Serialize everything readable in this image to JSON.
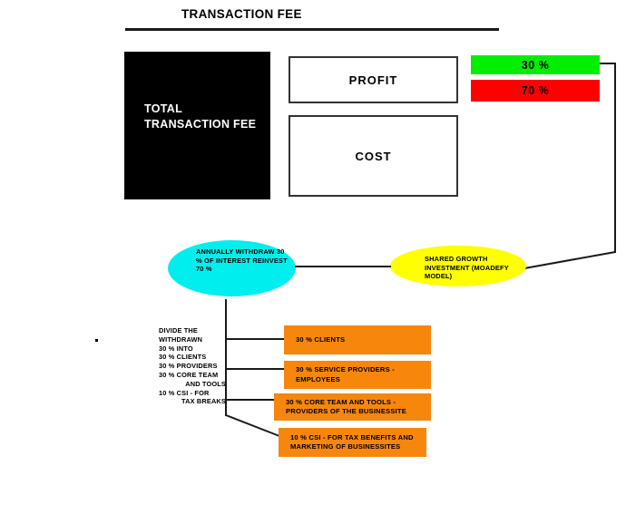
{
  "diagram": {
    "title": "TRANSACTION FEE",
    "total_box": {
      "label": "TOTAL TRANSACTION FEE",
      "color": "#000000",
      "text_color": "#ffffff"
    },
    "breakdown_boxes": [
      {
        "label": "PROFIT"
      },
      {
        "label": "COST"
      }
    ],
    "percentage_bars": [
      {
        "label": "30 %",
        "color": "#00ee00",
        "value": 30
      },
      {
        "label": "70 %",
        "color": "#fe0000",
        "value": 70
      }
    ],
    "cyan_node": {
      "label": "ANNUALLY WITHDRAW 30 % OF INTEREST REINVEST 70 %",
      "color": "#00eeee"
    },
    "yellow_node": {
      "label": "SHARED GROWTH INVESTMENT (MOADEFY MODEL)",
      "color": "#ffff00"
    },
    "divide_note": {
      "lines": [
        {
          "text": "DIVIDE THE",
          "indent": false
        },
        {
          "text": "WITHDRAWN",
          "indent": false
        },
        {
          "text": "30 % INTO",
          "indent": false
        },
        {
          "text": "30 % CLIENTS",
          "indent": false
        },
        {
          "text": "30 % PROVIDERS",
          "indent": false
        },
        {
          "text": "30 % CORE TEAM",
          "indent": false
        },
        {
          "text": "AND TOOLS",
          "indent": true
        },
        {
          "text": "10 % CSI - FOR",
          "indent": false
        },
        {
          "text": "TAX BREAKS",
          "indent": true
        }
      ]
    },
    "allocation_boxes": [
      {
        "label": "30 % CLIENTS",
        "color": "#f7860d"
      },
      {
        "label": "30 % SERVICE PROVIDERS - EMPLOYEES",
        "color": "#f7860d"
      },
      {
        "label": "30 % CORE TEAM AND TOOLS - PROVIDERS OF THE BUSINESSITE",
        "color": "#f7860d"
      },
      {
        "label": "10 % CSI - FOR TAX BENEFITS AND MARKETING OF BUSINESSITES",
        "color": "#f7860d"
      }
    ]
  }
}
